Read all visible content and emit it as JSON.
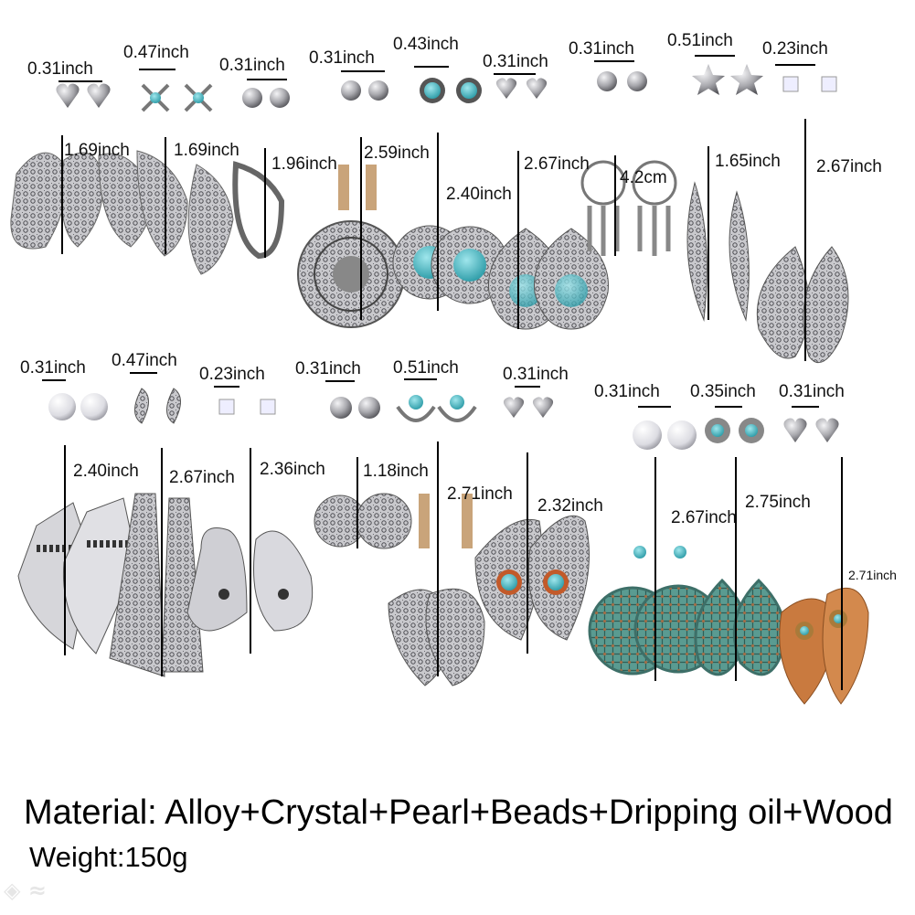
{
  "colors": {
    "silver": "#b9b9bd",
    "silver_dark": "#6d6d72",
    "turquoise": "#3fb8c3",
    "copper": "#a8724a",
    "patina": "#4f8f86",
    "wood": "#c97a3f",
    "pearl": "#e8e8ec"
  },
  "labels": {
    "stud_r1_1": "0.31inch",
    "stud_r1_2": "0.47inch",
    "stud_r1_3": "0.31inch",
    "stud_r1_4": "0.31inch",
    "stud_r1_5": "0.43inch",
    "stud_r1_6": "0.31inch",
    "stud_r1_7": "0.31inch",
    "stud_r1_8": "0.51inch",
    "stud_r1_9": "0.23inch",
    "drop_r1_1": "1.69inch",
    "drop_r1_2": "1.69inch",
    "drop_r1_3": "1.96inch",
    "drop_r1_4": "2.59inch",
    "drop_r1_5": "2.40inch",
    "drop_r1_6": "2.67inch",
    "drop_r1_7": "4.2cm",
    "drop_r1_8": "1.65inch",
    "drop_r1_9": "2.67inch",
    "stud_r2_1": "0.31inch",
    "stud_r2_2": "0.47inch",
    "stud_r2_3": "0.23inch",
    "stud_r2_4": "0.31inch",
    "stud_r2_5": "0.51inch",
    "stud_r2_6": "0.31inch",
    "stud_r2_7": "0.31inch",
    "stud_r2_8": "0.35inch",
    "stud_r2_9": "0.31inch",
    "drop_r2_1": "2.40inch",
    "drop_r2_2": "2.67inch",
    "drop_r2_3": "2.36inch",
    "drop_r2_4": "1.18inch",
    "drop_r2_5": "2.71inch",
    "drop_r2_6": "2.32inch",
    "drop_r2_7": "2.67inch",
    "drop_r2_8": "2.75inch",
    "drop_r2_9": "2.71inch"
  },
  "material_line": "Material: Alloy+Crystal+Pearl+Beads+Dripping oil+Wood",
  "weight_line": "Weight:150g"
}
